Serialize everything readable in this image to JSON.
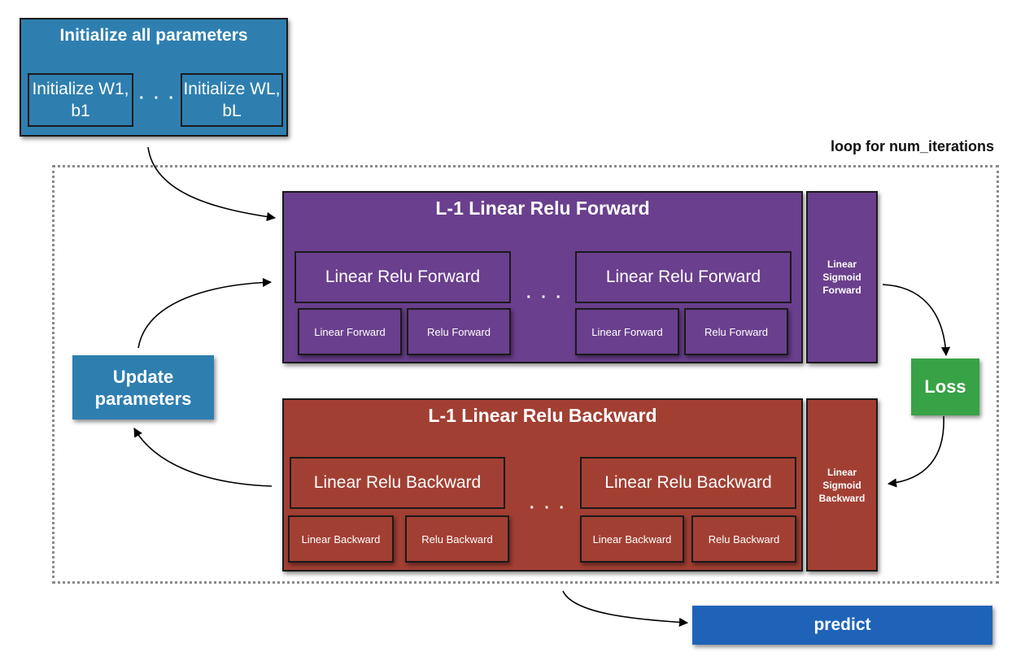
{
  "init": {
    "title": "Initialize all parameters",
    "first": "Initialize W1, b1",
    "last": "Initialize WL, bL",
    "ellipsis": "· · ·"
  },
  "loop_label": "loop for num_iterations",
  "forward": {
    "title": "L-1 Linear Relu Forward",
    "block": "Linear Relu Forward",
    "linear": "Linear Forward",
    "relu": "Relu Forward",
    "ellipsis": "· · ·",
    "sigmoid": "Linear Sigmoid Forward"
  },
  "backward": {
    "title": "L-1 Linear Relu Backward",
    "block": "Linear Relu Backward",
    "linear": "Linear Backward",
    "relu": "Relu Backward",
    "ellipsis": "· · ·",
    "sigmoid": "Linear Sigmoid Backward"
  },
  "loss": "Loss",
  "update": "Update parameters",
  "predict": "predict",
  "colors": {
    "blue": "#2e7fb0",
    "purple": "#6a3f8d",
    "red": "#a23f33",
    "green": "#37a246",
    "predict_blue": "#1e63b8"
  }
}
